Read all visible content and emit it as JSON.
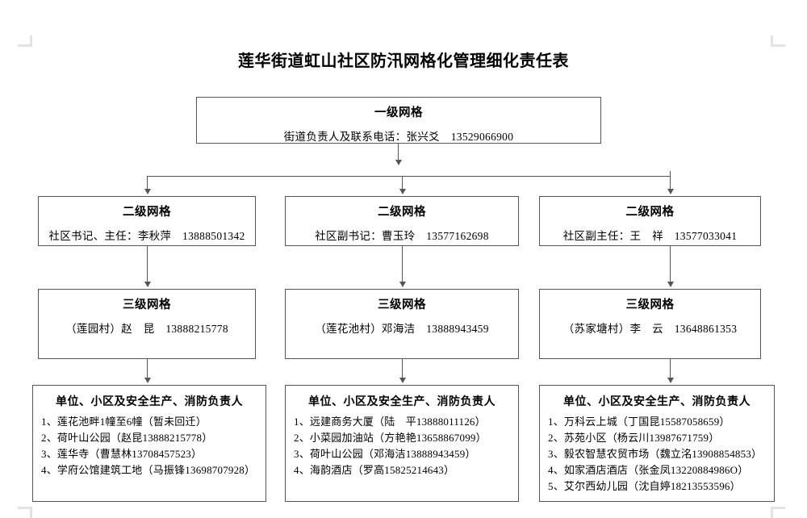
{
  "document": {
    "title": "莲华街道虹山社区防汛网格化管理细化责任表"
  },
  "level1": {
    "heading": "一级网格",
    "detail": "街道负责人及联系电话：张兴爻　13529066900"
  },
  "level2": [
    {
      "heading": "二级网格",
      "detail": "社区书记、主任：李秋萍　13888501342"
    },
    {
      "heading": "二级网格",
      "detail": "社区副书记：曹玉玲　13577162698"
    },
    {
      "heading": "二级网格",
      "detail": "社区副主任：王　祥　13577033041"
    }
  ],
  "level3": [
    {
      "heading": "三级网格",
      "detail": "（莲园村）赵　昆　13888215778"
    },
    {
      "heading": "三级网格",
      "detail": "（莲花池村）邓海洁　13888943459"
    },
    {
      "heading": "三级网格",
      "detail": "（苏家塘村）李　云　13648861353"
    }
  ],
  "level4": [
    {
      "heading": "单位、小区及安全生产、消防负责人",
      "items": [
        "1、莲花池畔1幢至6幢（暂未回迁）",
        "2、荷叶山公园（赵昆13888215778）",
        "3、莲华寺（曹慧林13708457523）",
        "4、学府公馆建筑工地（马振锋13698707928）"
      ]
    },
    {
      "heading": "单位、小区及安全生产、消防负责人",
      "items": [
        "1、远建商务大厦（陆　平13888011126）",
        "2、小菜园加油站（方艳艳13658867099）",
        "3、荷叶山公园（邓海洁13888943459）",
        "4、海韵酒店（罗高15825214643）"
      ]
    },
    {
      "heading": "单位、小区及安全生产、消防负责人",
      "items": [
        "1、万科云上城（丁国昆15587058659）",
        "2、苏苑小区（杨云川13987671759）",
        "3、毅农智慧农贸市场（魏立洺13908854853）",
        "4、如家酒店酒店（张金凤13220884986O）",
        "5、艾尔西幼儿园（沈自婷18213553596）"
      ]
    }
  ],
  "colors": {
    "line": "#555555",
    "text": "#000000",
    "background": "#ffffff",
    "corner_mark": "#e3e3e3"
  }
}
